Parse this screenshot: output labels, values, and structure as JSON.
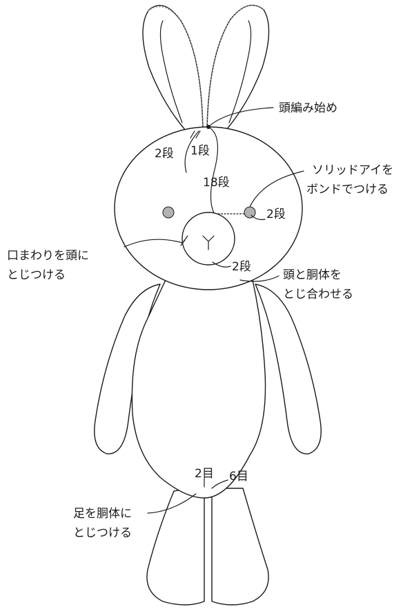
{
  "labels": {
    "head_start": "頭編み始め",
    "row2_top": "2段",
    "row1_top": "1段",
    "row18": "18段",
    "eye_1": "ソリッドアイを",
    "eye_2": "ボンドでつける",
    "eye_row": "2段",
    "mouth_1": "口まわりを頭に",
    "mouth_2": "とじつける",
    "mouth_row": "2段",
    "neck_1": "頭と胴体を",
    "neck_2": "とじ合わせる",
    "stitch_2": "2目",
    "stitch_6": "6目",
    "leg_1": "足を胴体に",
    "leg_2": "とじつける"
  },
  "colors": {
    "outline": "#1a1a1a",
    "eye": "#b3b3b3",
    "ear_dash": "#888888"
  }
}
